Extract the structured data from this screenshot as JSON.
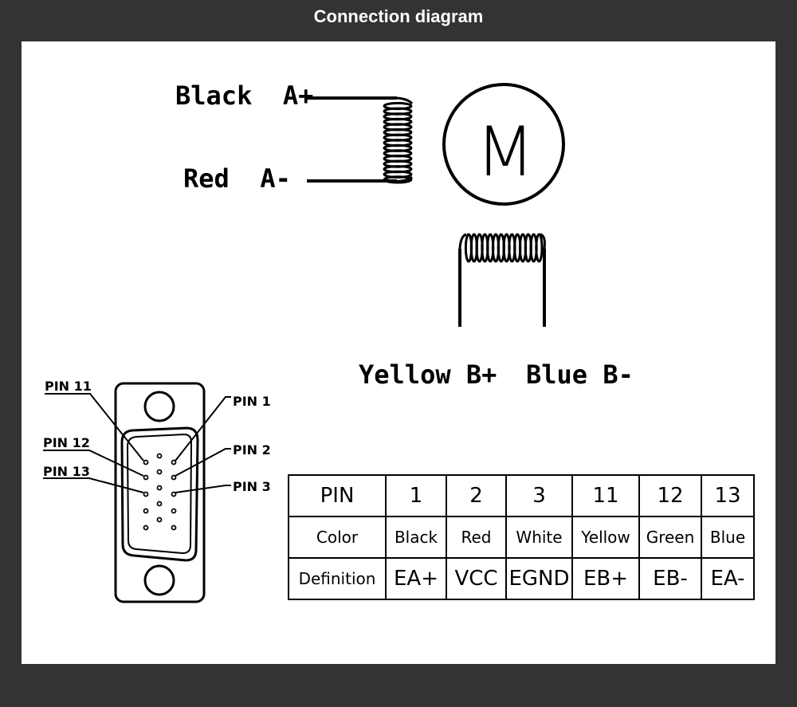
{
  "title": "Connection diagram",
  "motor": {
    "symbol": "M",
    "coil_a": {
      "plus": "Black  A+",
      "minus": "Red  A-"
    },
    "coil_b": {
      "plus": "Yellow B+",
      "minus": "Blue B-"
    }
  },
  "connector": {
    "labels": {
      "pin11": "PIN 11",
      "pin12": "PIN 12",
      "pin13": "PIN 13",
      "pin1": "PIN 1",
      "pin2": "PIN 2",
      "pin3": "PIN 3"
    }
  },
  "table": {
    "headers": [
      "PIN",
      "1",
      "2",
      "3",
      "11",
      "12",
      "13"
    ],
    "color_row": [
      "Color",
      "Black",
      "Red",
      "White",
      "Yellow",
      "Green",
      "Blue"
    ],
    "definition_row": [
      "Definition",
      "EA+",
      "VCC",
      "EGND",
      "EB+",
      "EB-",
      "EA-"
    ]
  }
}
